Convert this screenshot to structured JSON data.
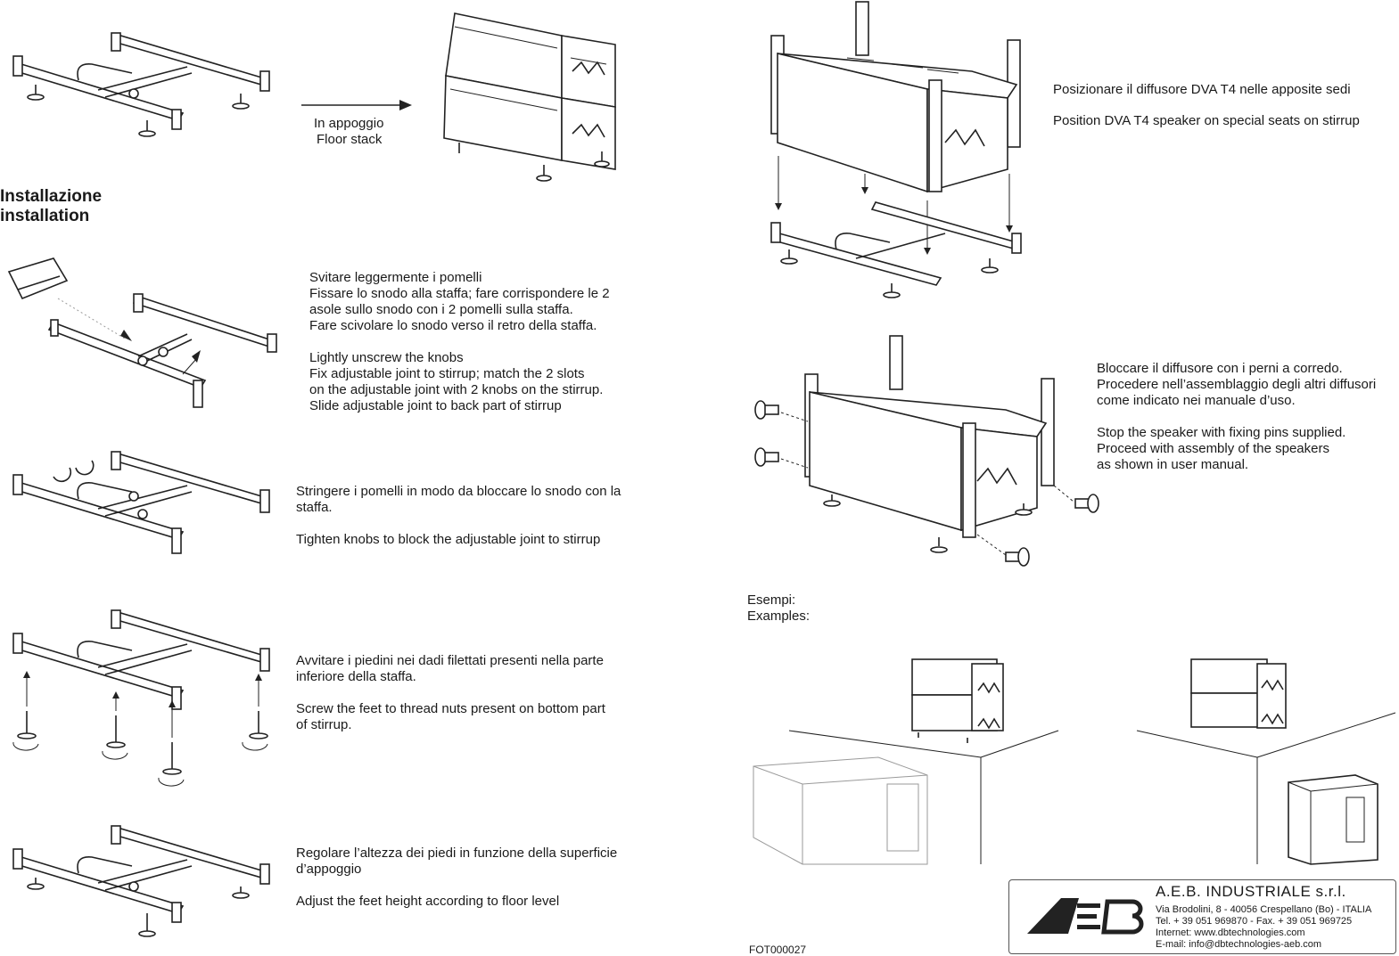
{
  "floor_stack": {
    "it": "In appoggio",
    "en": "Floor stack"
  },
  "heading": {
    "line1": "Installazione",
    "line2": "installation"
  },
  "step1": {
    "it1": "Svitare leggermente i pomelli",
    "it2": "Fissare lo snodo alla staffa; fare corrispondere le 2",
    "it3": "asole sullo snodo con i 2 pomelli sulla staffa.",
    "it4": "Fare scivolare lo snodo verso il retro della staffa.",
    "en1": "Lightly unscrew the knobs",
    "en2": "Fix adjustable joint to stirrup; match the 2 slots",
    "en3": "on the adjustable joint with 2 knobs on the stirrup.",
    "en4": "Slide adjustable joint to back part of stirrup"
  },
  "step2": {
    "it1": "Stringere i pomelli in modo da bloccare lo snodo con la",
    "it2": "staffa.",
    "en1": "Tighten knobs to block the adjustable  joint to stirrup"
  },
  "step3": {
    "it1": "Avvitare i piedini nei dadi filettati presenti nella parte",
    "it2": "inferiore della staffa.",
    "en1": "Screw the feet to thread nuts present on bottom part",
    "en2": "of stirrup."
  },
  "step4": {
    "it1": "Regolare l’altezza dei piedi in funzione della superficie",
    "it2": "d’appoggio",
    "en1": "Adjust the feet height according to floor level"
  },
  "step5": {
    "it1": "Posizionare il diffusore DVA T4 nelle apposite sedi",
    "en1": "Position DVA T4 speaker on special seats on stirrup"
  },
  "step6": {
    "it1": "Bloccare il diffusore con i perni a corredo.",
    "it2": "Procedere nell’assemblaggio degli altri diffusori",
    "it3": "come indicato nei manuale d’uso.",
    "en1": "Stop the speaker with fixing pins supplied.",
    "en2": "Proceed with assembly of the speakers",
    "en3": "as shown in user manual."
  },
  "examples": {
    "it": "Esempi:",
    "en": "Examples:"
  },
  "doc_code": "FOT000027",
  "company": {
    "name": "A.E.B.  INDUSTRIALE s.r.l.",
    "address": "Via Brodolini, 8 - 40056  Crespellano (Bo) - ITALIA",
    "phone": "Tel. + 39 051 969870 - Fax. + 39 051 969725",
    "internet": "Internet: www.dbtechnologies.com",
    "email": "E-mail: info@dbtechnologies-aeb.com"
  },
  "logo_text": "AEB"
}
